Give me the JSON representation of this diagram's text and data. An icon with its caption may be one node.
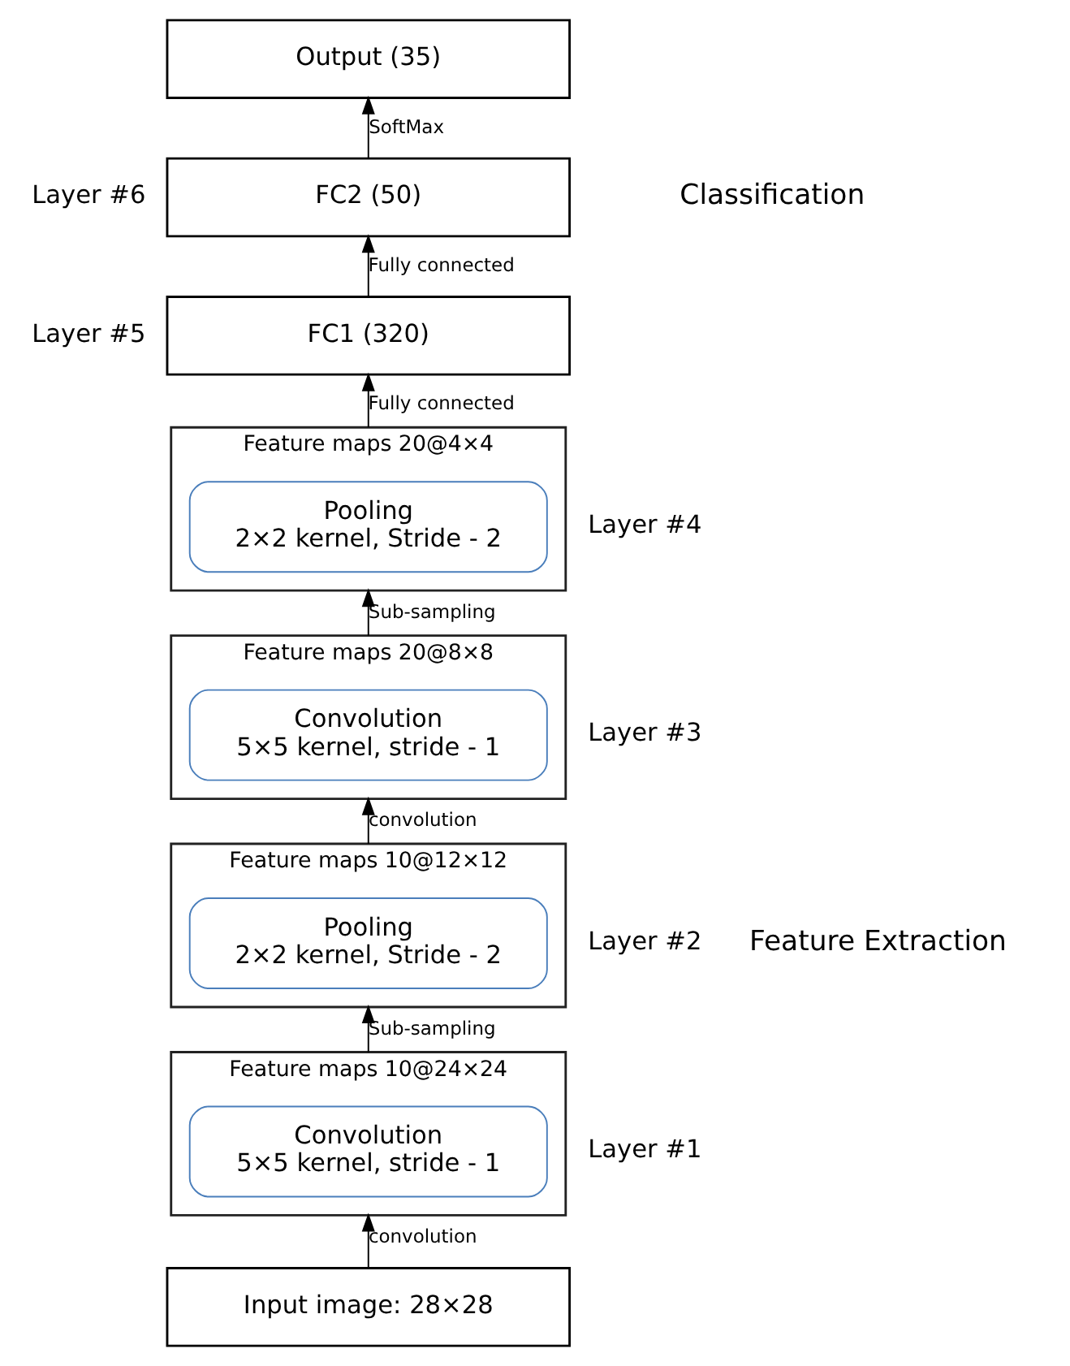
{
  "diagram": {
    "nodes": [
      {
        "text": [
          "Output (35)"
        ]
      },
      {
        "text": [
          "FC2 (50)"
        ],
        "beside": [
          "Layer #6"
        ]
      },
      {
        "text": [
          "FC1 (320)"
        ],
        "beside": [
          "Layer #5"
        ]
      },
      {
        "text": [
          "Feature maps 20@4×4"
        ],
        "beside": [
          "Layer #4"
        ]
      },
      {
        "text": [
          "Pooling",
          "2×2 kernel, Stride - 2"
        ],
        "in": 3
      },
      {
        "text": [
          "Feature maps 20@8×8"
        ],
        "beside": [
          "Layer #3"
        ]
      },
      {
        "text": [
          "Convolution",
          "5×5 kernel, stride - 1"
        ],
        "in": 5
      },
      {
        "text": [
          "Feature maps 10@12×12"
        ],
        "beside": [
          "Layer #2"
        ]
      },
      {
        "text": [
          "Pooling",
          "2×2 kernel, Stride - 2"
        ],
        "in": 7
      },
      {
        "text": [
          "Feature maps 10@24×24"
        ],
        "beside": [
          "Layer #1"
        ]
      },
      {
        "text": [
          "Convolution",
          "5×5 kernel, stride - 1"
        ],
        "in": 9
      },
      {
        "text": [
          "Input image: 28×28"
        ]
      }
    ],
    "edges": [
      {
        "from": 11,
        "to": 9,
        "arrow": "to",
        "label": "convolution"
      },
      {
        "from": 9,
        "to": 7,
        "arrow": "to",
        "label": "Sub-sampling"
      },
      {
        "from": 7,
        "to": 5,
        "arrow": "to",
        "label": "convolution"
      },
      {
        "from": 5,
        "to": 3,
        "arrow": "to",
        "label": "Sub-sampling"
      },
      {
        "from": 3,
        "to": 2,
        "arrow": "to",
        "label": "Fully connected"
      },
      {
        "from": 2,
        "to": 1,
        "arrow": "to",
        "label": "Fully connected"
      },
      {
        "from": 1,
        "to": 0,
        "arrow": "to",
        "label": "SoftMax"
      }
    ],
    "labels": [
      "Classification",
      "Feature Extraction"
    ]
  }
}
